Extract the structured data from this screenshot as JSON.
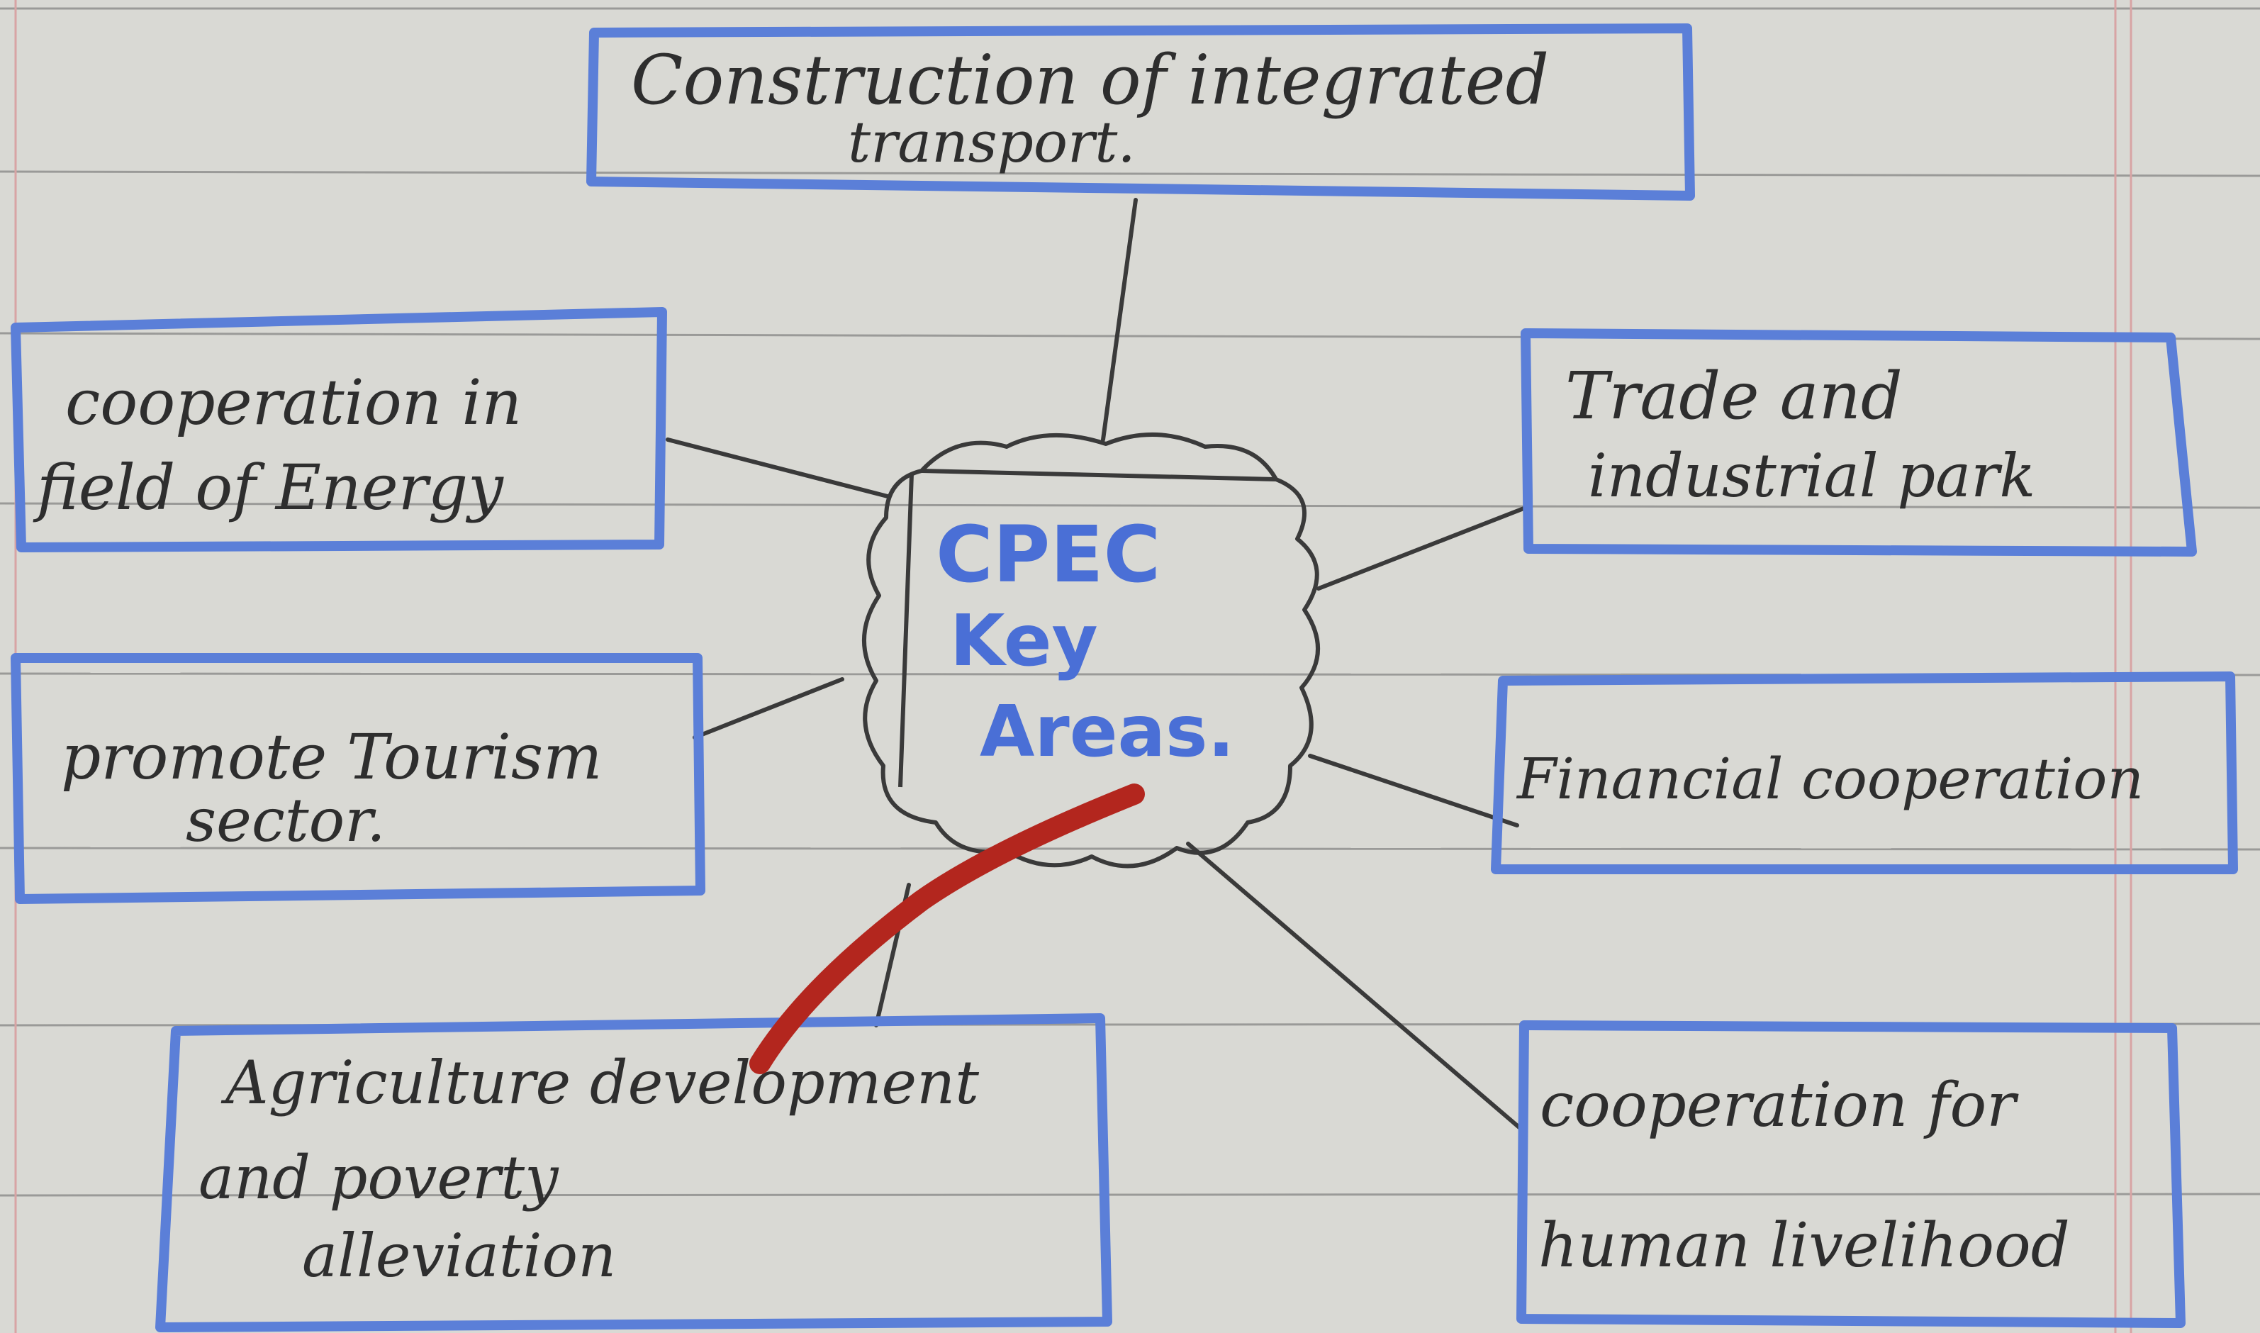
{
  "diagram": {
    "center": {
      "lines": [
        "CPEC",
        "Key",
        "Areas."
      ]
    },
    "nodes": [
      {
        "id": "transport",
        "lines": [
          "Construction of integrated",
          "transport."
        ]
      },
      {
        "id": "energy",
        "lines": [
          "cooperation in",
          "field of Energy"
        ]
      },
      {
        "id": "tourism",
        "lines": [
          "promote Tourism",
          "sector."
        ]
      },
      {
        "id": "agriculture",
        "lines": [
          "Agriculture development",
          "and poverty",
          "alleviation"
        ]
      },
      {
        "id": "trade",
        "lines": [
          "Trade and",
          "industrial park"
        ]
      },
      {
        "id": "financial",
        "lines": [
          "Financial cooperation"
        ]
      },
      {
        "id": "livelihood",
        "lines": [
          "cooperation for",
          "human livelihood"
        ]
      }
    ]
  },
  "colors": {
    "paper": "#d9d9d4",
    "rule_line": "#9a9a98",
    "margin_line": "#d8a4a4",
    "box_border": "#5b7fd8",
    "ink": "#2e2e2e",
    "center_text": "#4a6fd6",
    "red_mark": "#b3261e"
  }
}
